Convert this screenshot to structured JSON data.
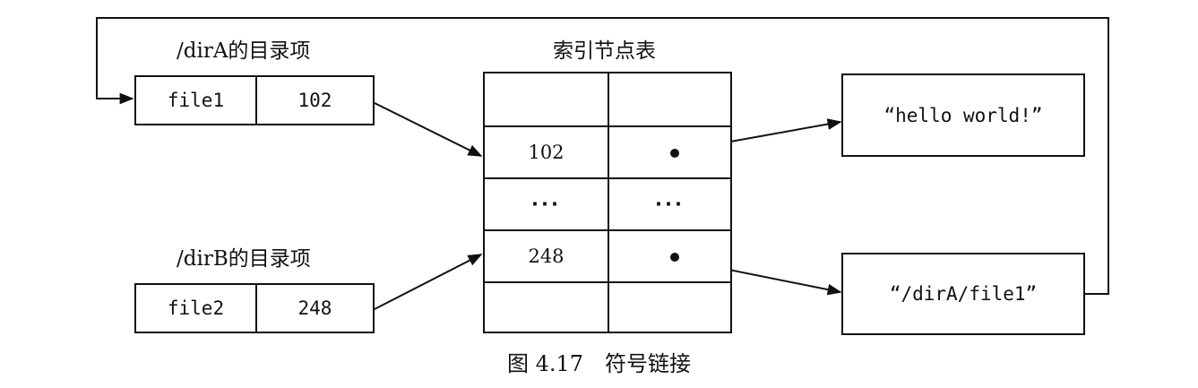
{
  "dirA": {
    "title": "/dirA的目录项",
    "name": "file1",
    "inode": "102"
  },
  "dirB": {
    "title": "/dirB的目录项",
    "name": "file2",
    "inode": "248"
  },
  "inode_table": {
    "title": "索引节点表",
    "rows": [
      {
        "col1": "",
        "col2": ""
      },
      {
        "col1": "102",
        "col2": ""
      },
      {
        "col1": "···",
        "col2": "···"
      },
      {
        "col1": "248",
        "col2": ""
      },
      {
        "col1": "",
        "col2": ""
      }
    ]
  },
  "blocks": {
    "file1_content": "“hello world!”",
    "file2_content": "“/dirA/file1”"
  },
  "caption": "图 4.17　符号链接"
}
